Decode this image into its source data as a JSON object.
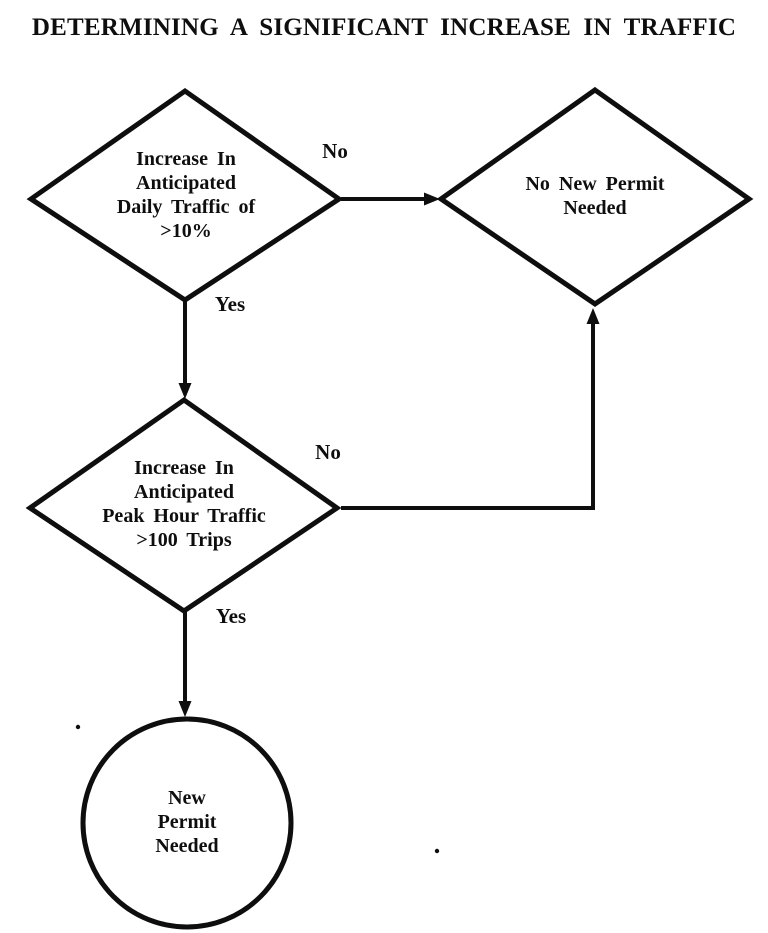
{
  "title": "DETERMINING A SIGNIFICANT INCREASE IN TRAFFIC",
  "colors": {
    "ink": "#0e0e0e",
    "background": "#ffffff"
  },
  "nodes": {
    "daily_traffic_decision": {
      "type": "diamond",
      "label": "Increase In\nAnticipated\nDaily Traffic of\n>10%"
    },
    "no_new_permit": {
      "type": "diamond",
      "label": "No New Permit\nNeeded"
    },
    "peak_hour_decision": {
      "type": "diamond",
      "label": "Increase In\nAnticipated\nPeak Hour Traffic\n>100 Trips"
    },
    "new_permit": {
      "type": "circle",
      "label": "New\nPermit\nNeeded"
    }
  },
  "edges": {
    "daily_no": {
      "label": "No",
      "from": "daily_traffic_decision",
      "to": "no_new_permit"
    },
    "daily_yes": {
      "label": "Yes",
      "from": "daily_traffic_decision",
      "to": "peak_hour_decision"
    },
    "peak_no": {
      "label": "No",
      "from": "peak_hour_decision",
      "to": "no_new_permit"
    },
    "peak_yes": {
      "label": "Yes",
      "from": "peak_hour_decision",
      "to": "new_permit"
    }
  }
}
